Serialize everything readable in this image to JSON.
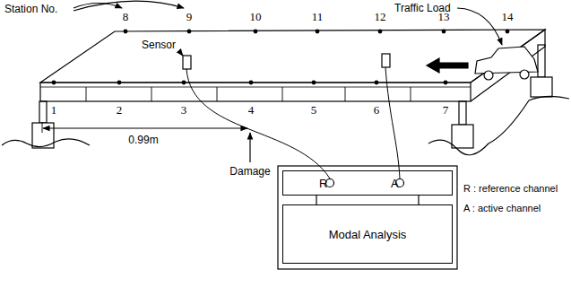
{
  "diagram": {
    "nodes": [
      {
        "text": [
          "R",
          "A"
        ]
      },
      {
        "text": [
          "Modal Analysis"
        ]
      }
    ],
    "edges": [
      {
        "from": 0,
        "to": 1,
        "arrow": "none"
      },
      {
        "from": 0,
        "to": 1,
        "arrow": "none"
      }
    ],
    "labels": [
      "Station No.",
      "Traffic Load",
      "8",
      "9",
      "10",
      "11",
      "12",
      "13",
      "14",
      "Sensor",
      "1",
      "2",
      "3",
      "4",
      "5",
      "6",
      "7",
      "0.99m",
      "Damage",
      "R : reference channel",
      "A : active channel"
    ]
  }
}
